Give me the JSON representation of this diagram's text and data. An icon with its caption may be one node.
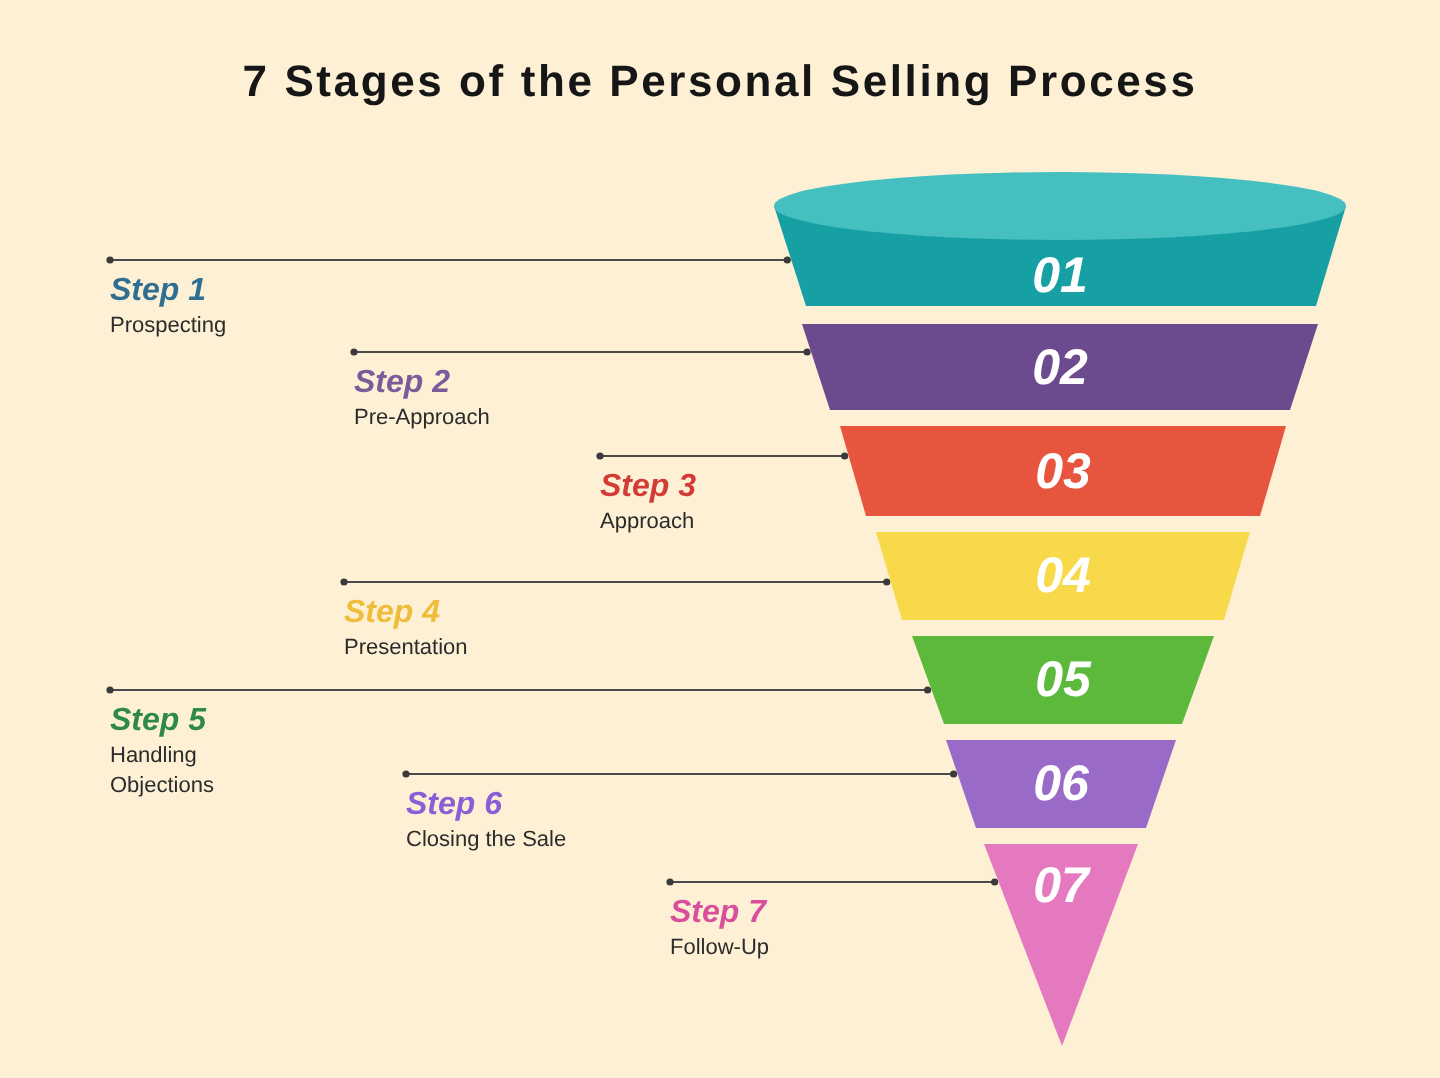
{
  "diagram": {
    "title": "7 Stages of the Personal Selling Process",
    "nodes": [
      {
        "text": [
          "Step 1",
          "Prospecting"
        ]
      },
      {
        "text": [
          "01"
        ]
      },
      {
        "text": [
          "Step 2",
          "Pre-Approach"
        ]
      },
      {
        "text": [
          "02"
        ]
      },
      {
        "text": [
          "Step 3",
          "Approach"
        ]
      },
      {
        "text": [
          "03"
        ]
      },
      {
        "text": [
          "Step 4",
          "Presentation"
        ]
      },
      {
        "text": [
          "04"
        ]
      },
      {
        "text": [
          "Step 5",
          "Handling Objections"
        ]
      },
      {
        "text": [
          "05"
        ]
      },
      {
        "text": [
          "Step 6",
          "Closing the Sale"
        ]
      },
      {
        "text": [
          "06"
        ]
      },
      {
        "text": [
          "Step 7",
          "Follow-Up"
        ]
      },
      {
        "text": [
          "07"
        ]
      }
    ],
    "edges": [
      {
        "from": 0,
        "to": 1,
        "arrow": "other"
      },
      {
        "from": 2,
        "to": 3,
        "arrow": "other"
      },
      {
        "from": 4,
        "to": 5,
        "arrow": "other"
      },
      {
        "from": 6,
        "to": 7,
        "arrow": "other"
      },
      {
        "from": 8,
        "to": 9,
        "arrow": "other"
      },
      {
        "from": 10,
        "to": 11,
        "arrow": "other"
      },
      {
        "from": 12,
        "to": 13,
        "arrow": "other"
      }
    ]
  }
}
